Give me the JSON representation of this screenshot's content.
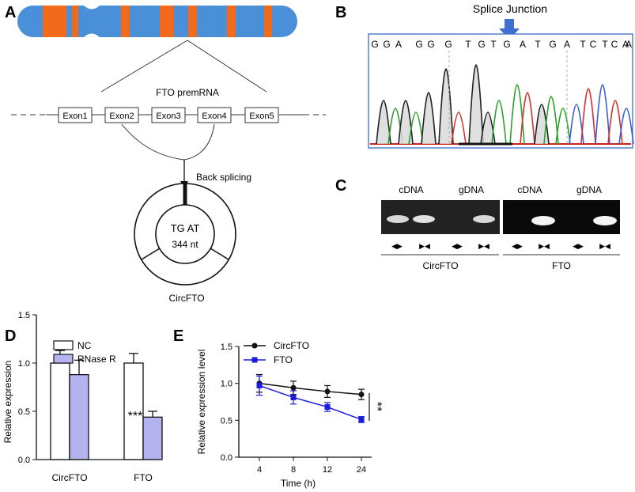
{
  "panels": {
    "a": {
      "letter": "A",
      "premrna_label": "FTO premRNA",
      "exons": [
        "Exon1",
        "Exon2",
        "Exon3",
        "Exon4",
        "Exon5"
      ],
      "back_splicing_label": "Back splicing",
      "circle_top_text": "TG AT",
      "circle_bottom_text": "344 nt",
      "circ_label": "CircFTO",
      "colors": {
        "chromosome": "#4a90d9",
        "band": "#f26b1d"
      }
    },
    "b": {
      "letter": "B",
      "title": "Splice Junction",
      "sequence": [
        "G",
        "G",
        "A",
        "G",
        "G",
        "G",
        "T",
        "G",
        "T",
        "G",
        "A",
        "T",
        "G",
        "A",
        "T",
        "C",
        "T",
        "C",
        "A",
        "A"
      ]
    },
    "c": {
      "letter": "C",
      "gel_labels": [
        "cDNA",
        "gDNA",
        "cDNA",
        "gDNA"
      ],
      "group_labels": [
        "CircFTO",
        "FTO"
      ],
      "primer_symbols": [
        "◀▶",
        "▶◀",
        "◀▶",
        "▶◀",
        "◀▶",
        "▶◀",
        "◀▶",
        "▶◀"
      ]
    },
    "d": {
      "letter": "D",
      "significance": "***"
    },
    "e": {
      "letter": "E",
      "significance": "**"
    }
  },
  "chart_data": [
    {
      "type": "bar",
      "panel": "D",
      "categories": [
        "CircFTO",
        "FTO"
      ],
      "series": [
        {
          "name": "NC",
          "values": [
            1.0,
            1.0
          ],
          "errors": [
            0.13,
            0.1
          ],
          "color": "#ffffff"
        },
        {
          "name": "RNase R",
          "values": [
            0.88,
            0.44
          ],
          "errors": [
            0.15,
            0.06
          ],
          "color": "#b3b3ef"
        }
      ],
      "ylabel": "Relative expression",
      "yticks": [
        "0.0",
        "0.5",
        "1.0",
        "1.5"
      ],
      "ylim": [
        0,
        1.5
      ]
    },
    {
      "type": "line",
      "panel": "E",
      "x": [
        4,
        8,
        12,
        24
      ],
      "series": [
        {
          "name": "CircFTO",
          "values": [
            1.0,
            0.94,
            0.89,
            0.85
          ],
          "errors": [
            0.12,
            0.09,
            0.08,
            0.07
          ],
          "color": "#111111"
        },
        {
          "name": "FTO",
          "values": [
            0.97,
            0.81,
            0.68,
            0.51
          ],
          "errors": [
            0.13,
            0.09,
            0.06,
            0.04
          ],
          "color": "#1a1ae0"
        }
      ],
      "xlabel": "Time (h)",
      "ylabel": "Relative expression level",
      "xticks": [
        "4",
        "8",
        "12",
        "24"
      ],
      "yticks": [
        "0.0",
        "0.5",
        "1.0",
        "1.5"
      ],
      "ylim": [
        0,
        1.5
      ]
    }
  ]
}
